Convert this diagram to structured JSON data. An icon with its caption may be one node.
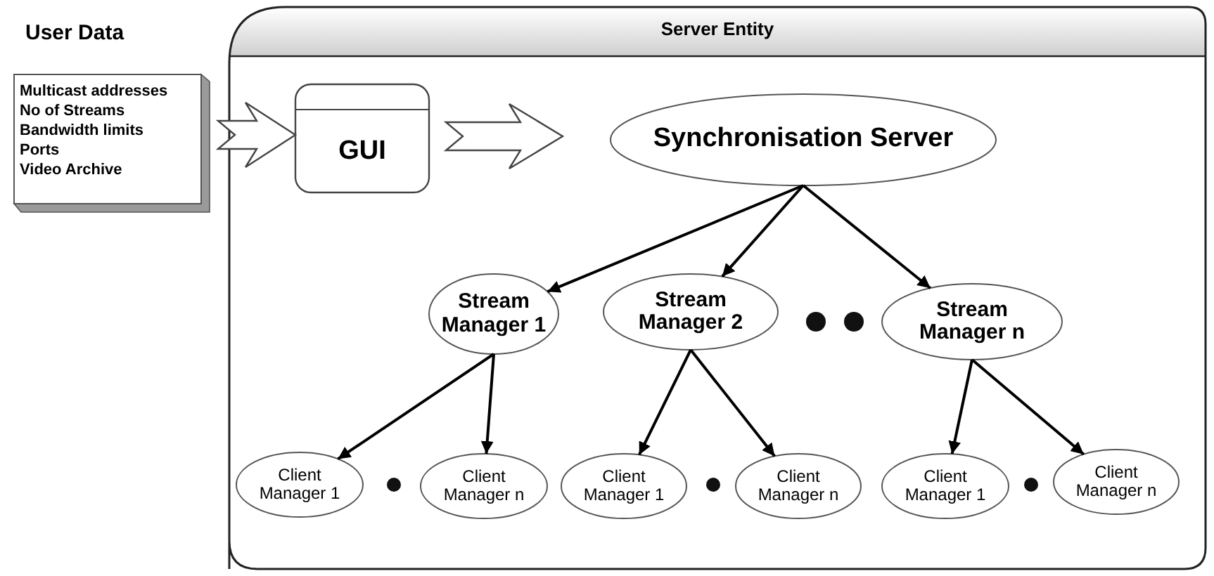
{
  "diagram": {
    "nodes": [
      {
        "text": [
          "User Data",
          "Multicast addresses",
          "No of Streams",
          "Bandwidth limits",
          "Ports",
          "Video Archive"
        ]
      },
      {
        "text": [
          "Server Entity"
        ]
      },
      {
        "text": [
          "GUI"
        ],
        "in": 1
      },
      {
        "text": [
          "Synchronisation Server"
        ],
        "in": 1
      },
      {
        "text": [
          "Stream Manager 1"
        ],
        "in": 1
      },
      {
        "text": [
          "Stream Manager 2"
        ],
        "in": 1
      },
      {
        "text": [
          "Stream Manager n"
        ],
        "in": 1
      },
      {
        "text": [
          "Client Manager 1"
        ],
        "in": 1
      },
      {
        "text": [
          "Client Manager n"
        ],
        "in": 1
      },
      {
        "text": [
          "Client Manager 1"
        ],
        "in": 1
      },
      {
        "text": [
          "Client Manager n"
        ],
        "in": 1
      },
      {
        "text": [
          "Client Manager 1"
        ],
        "in": 1
      },
      {
        "text": [
          "Client Manager n"
        ],
        "in": 1
      }
    ],
    "edges": [
      {
        "from": 0,
        "to": 2,
        "arrow": "to",
        "style": "thick"
      },
      {
        "from": 2,
        "to": 3,
        "arrow": "to",
        "style": "thick"
      },
      {
        "from": 3,
        "to": 4,
        "arrow": "to"
      },
      {
        "from": 3,
        "to": 5,
        "arrow": "to"
      },
      {
        "from": 3,
        "to": 6,
        "arrow": "to"
      },
      {
        "from": 4,
        "to": 7,
        "arrow": "to"
      },
      {
        "from": 4,
        "to": 8,
        "arrow": "to"
      },
      {
        "from": 5,
        "to": 9,
        "arrow": "to"
      },
      {
        "from": 5,
        "to": 10,
        "arrow": "to"
      },
      {
        "from": 6,
        "to": 11,
        "arrow": "to"
      },
      {
        "from": 6,
        "to": 12,
        "arrow": "to"
      }
    ]
  }
}
